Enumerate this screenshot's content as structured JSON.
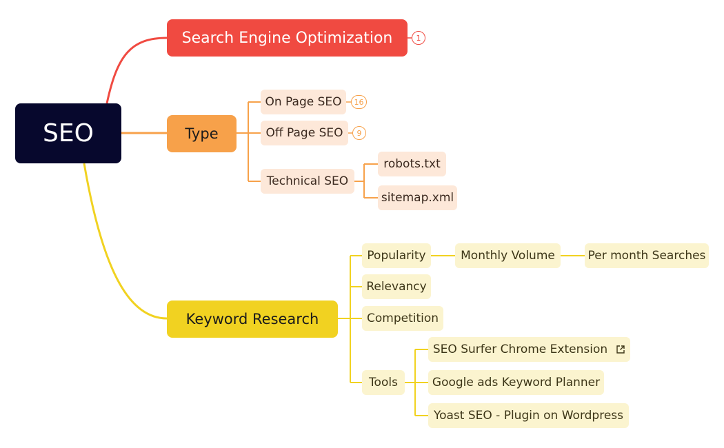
{
  "root": {
    "label": "SEO"
  },
  "branches": {
    "seo_full": {
      "label": "Search Engine Optimization",
      "badge": "1"
    },
    "type": {
      "label": "Type",
      "on_page": {
        "label": "On Page SEO",
        "badge": "16"
      },
      "off_page": {
        "label": "Off Page SEO",
        "badge": "9"
      },
      "technical": {
        "label": "Technical SEO",
        "robots": "robots.txt",
        "sitemap": "sitemap.xml"
      }
    },
    "keyword": {
      "label": "Keyword Research",
      "popularity": {
        "label": "Popularity",
        "monthly": "Monthly Volume",
        "per_month": "Per month Searches"
      },
      "relevancy": "Relevancy",
      "competition": "Competition",
      "tools": {
        "label": "Tools",
        "surfer": "SEO Surfer Chrome Extension",
        "surfer_icon": "external-link-icon",
        "google_ads": "Google ads Keyword Planner",
        "yoast": "Yoast SEO - Plugin on Wordpress"
      }
    }
  },
  "colors": {
    "red": "#f04a41",
    "orange": "#f7a14a",
    "yellow": "#f1d221",
    "root": "#07082d"
  }
}
